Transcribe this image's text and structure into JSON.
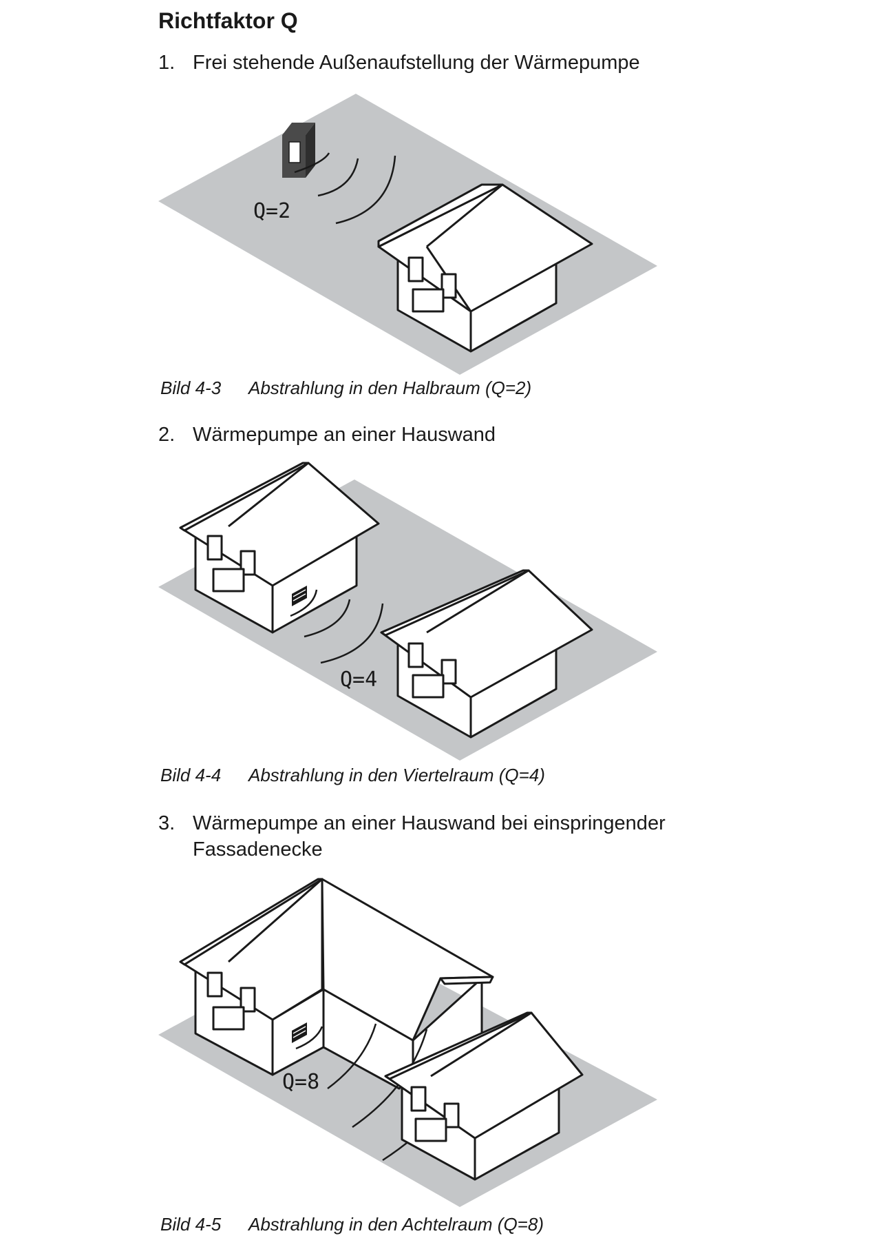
{
  "heading": "Richtfaktor Q",
  "sections": [
    {
      "number": "1.",
      "text": "Frei stehende Außenaufstellung der Wärmepumpe",
      "q_label": "Q=2",
      "figure": "Bild 4-3",
      "caption": "Abstrahlung in den Halbraum (Q=2)"
    },
    {
      "number": "2.",
      "text": "Wärmepumpe an einer Hauswand",
      "q_label": "Q=4",
      "figure": "Bild 4-4",
      "caption": "Abstrahlung in den Viertelraum (Q=4)"
    },
    {
      "number": "3.",
      "text": "Wärmepumpe an einer Hauswand bei einspringender",
      "text_line2": "Fassadenecke",
      "q_label": "Q=8",
      "figure": "Bild 4-5",
      "caption": "Abstrahlung in den Achtelraum (Q=8)"
    }
  ],
  "colors": {
    "ground": "#c4c6c8",
    "ink": "#1a1a1a",
    "unit_dark": "#4a4a4a"
  }
}
